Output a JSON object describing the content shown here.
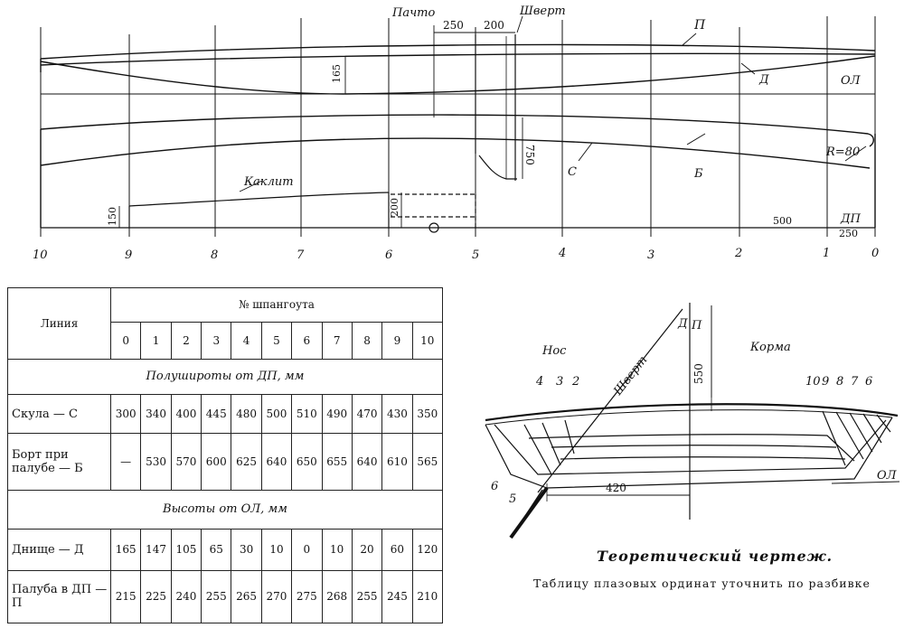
{
  "profile": {
    "station_numbers": [
      "10",
      "9",
      "8",
      "7",
      "6",
      "5",
      "4",
      "3",
      "2",
      "1",
      "0"
    ],
    "labels": {
      "p": "П",
      "ol": "ОЛ",
      "d": "Д",
      "s": "С",
      "b": "Б",
      "dp": "ДП",
      "pachto": "Пачто",
      "shvert": "Шверт",
      "kaklit": "Каклит",
      "radius": "R=80"
    },
    "dims": {
      "d250": "250",
      "d200": "200",
      "d165": "165",
      "d750": "750",
      "d150": "150",
      "d200b": "200",
      "d500": "500",
      "d250b": "250"
    }
  },
  "table": {
    "line_header": "Линия",
    "frame_header": "№ шпангоута",
    "frames": [
      "0",
      "1",
      "2",
      "3",
      "4",
      "5",
      "6",
      "7",
      "8",
      "9",
      "10"
    ],
    "section1_title": "Полушироты от ДП, мм",
    "section2_title": "Высоты от ОЛ, мм",
    "rows": [
      {
        "label": "Скула — С",
        "values": [
          "300",
          "340",
          "400",
          "445",
          "480",
          "500",
          "510",
          "490",
          "470",
          "430",
          "350"
        ]
      },
      {
        "label": "Борт при палубе — Б",
        "values": [
          "—",
          "530",
          "570",
          "600",
          "625",
          "640",
          "650",
          "655",
          "640",
          "610",
          "565"
        ]
      },
      {
        "label": "Днище — Д",
        "values": [
          "165",
          "147",
          "105",
          "65",
          "30",
          "10",
          "0",
          "10",
          "20",
          "60",
          "120"
        ]
      },
      {
        "label": "Палуба в ДП — П",
        "values": [
          "215",
          "225",
          "240",
          "255",
          "265",
          "270",
          "275",
          "268",
          "255",
          "245",
          "210"
        ]
      }
    ]
  },
  "body_view": {
    "nos": "Нос",
    "korma": "Корма",
    "shvert": "Шверт",
    "d": "Д",
    "p": "П",
    "ol": "ОЛ",
    "d550": "550",
    "d420": "420",
    "stations_bow": [
      "4",
      "3",
      "2"
    ],
    "stations_stern": [
      "10",
      "9",
      "8",
      "7",
      "6"
    ],
    "station_6": "6",
    "station_5": "5"
  },
  "caption": "Теоретический чертеж.",
  "note": "Таблицу плазовых ординат уточнить по разбивке"
}
